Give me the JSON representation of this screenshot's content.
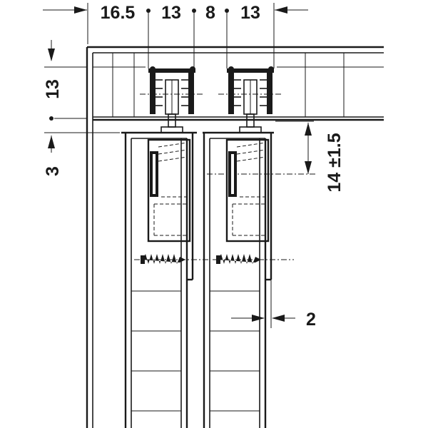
{
  "dimensions": {
    "top": [
      "16.5",
      "13",
      "8",
      "13"
    ],
    "left_upper": "13",
    "left_lower": "3",
    "right_height": "14 ±1.5",
    "gap": "2"
  },
  "colors": {
    "line": "#1a1a1a",
    "background": "#ffffff"
  }
}
